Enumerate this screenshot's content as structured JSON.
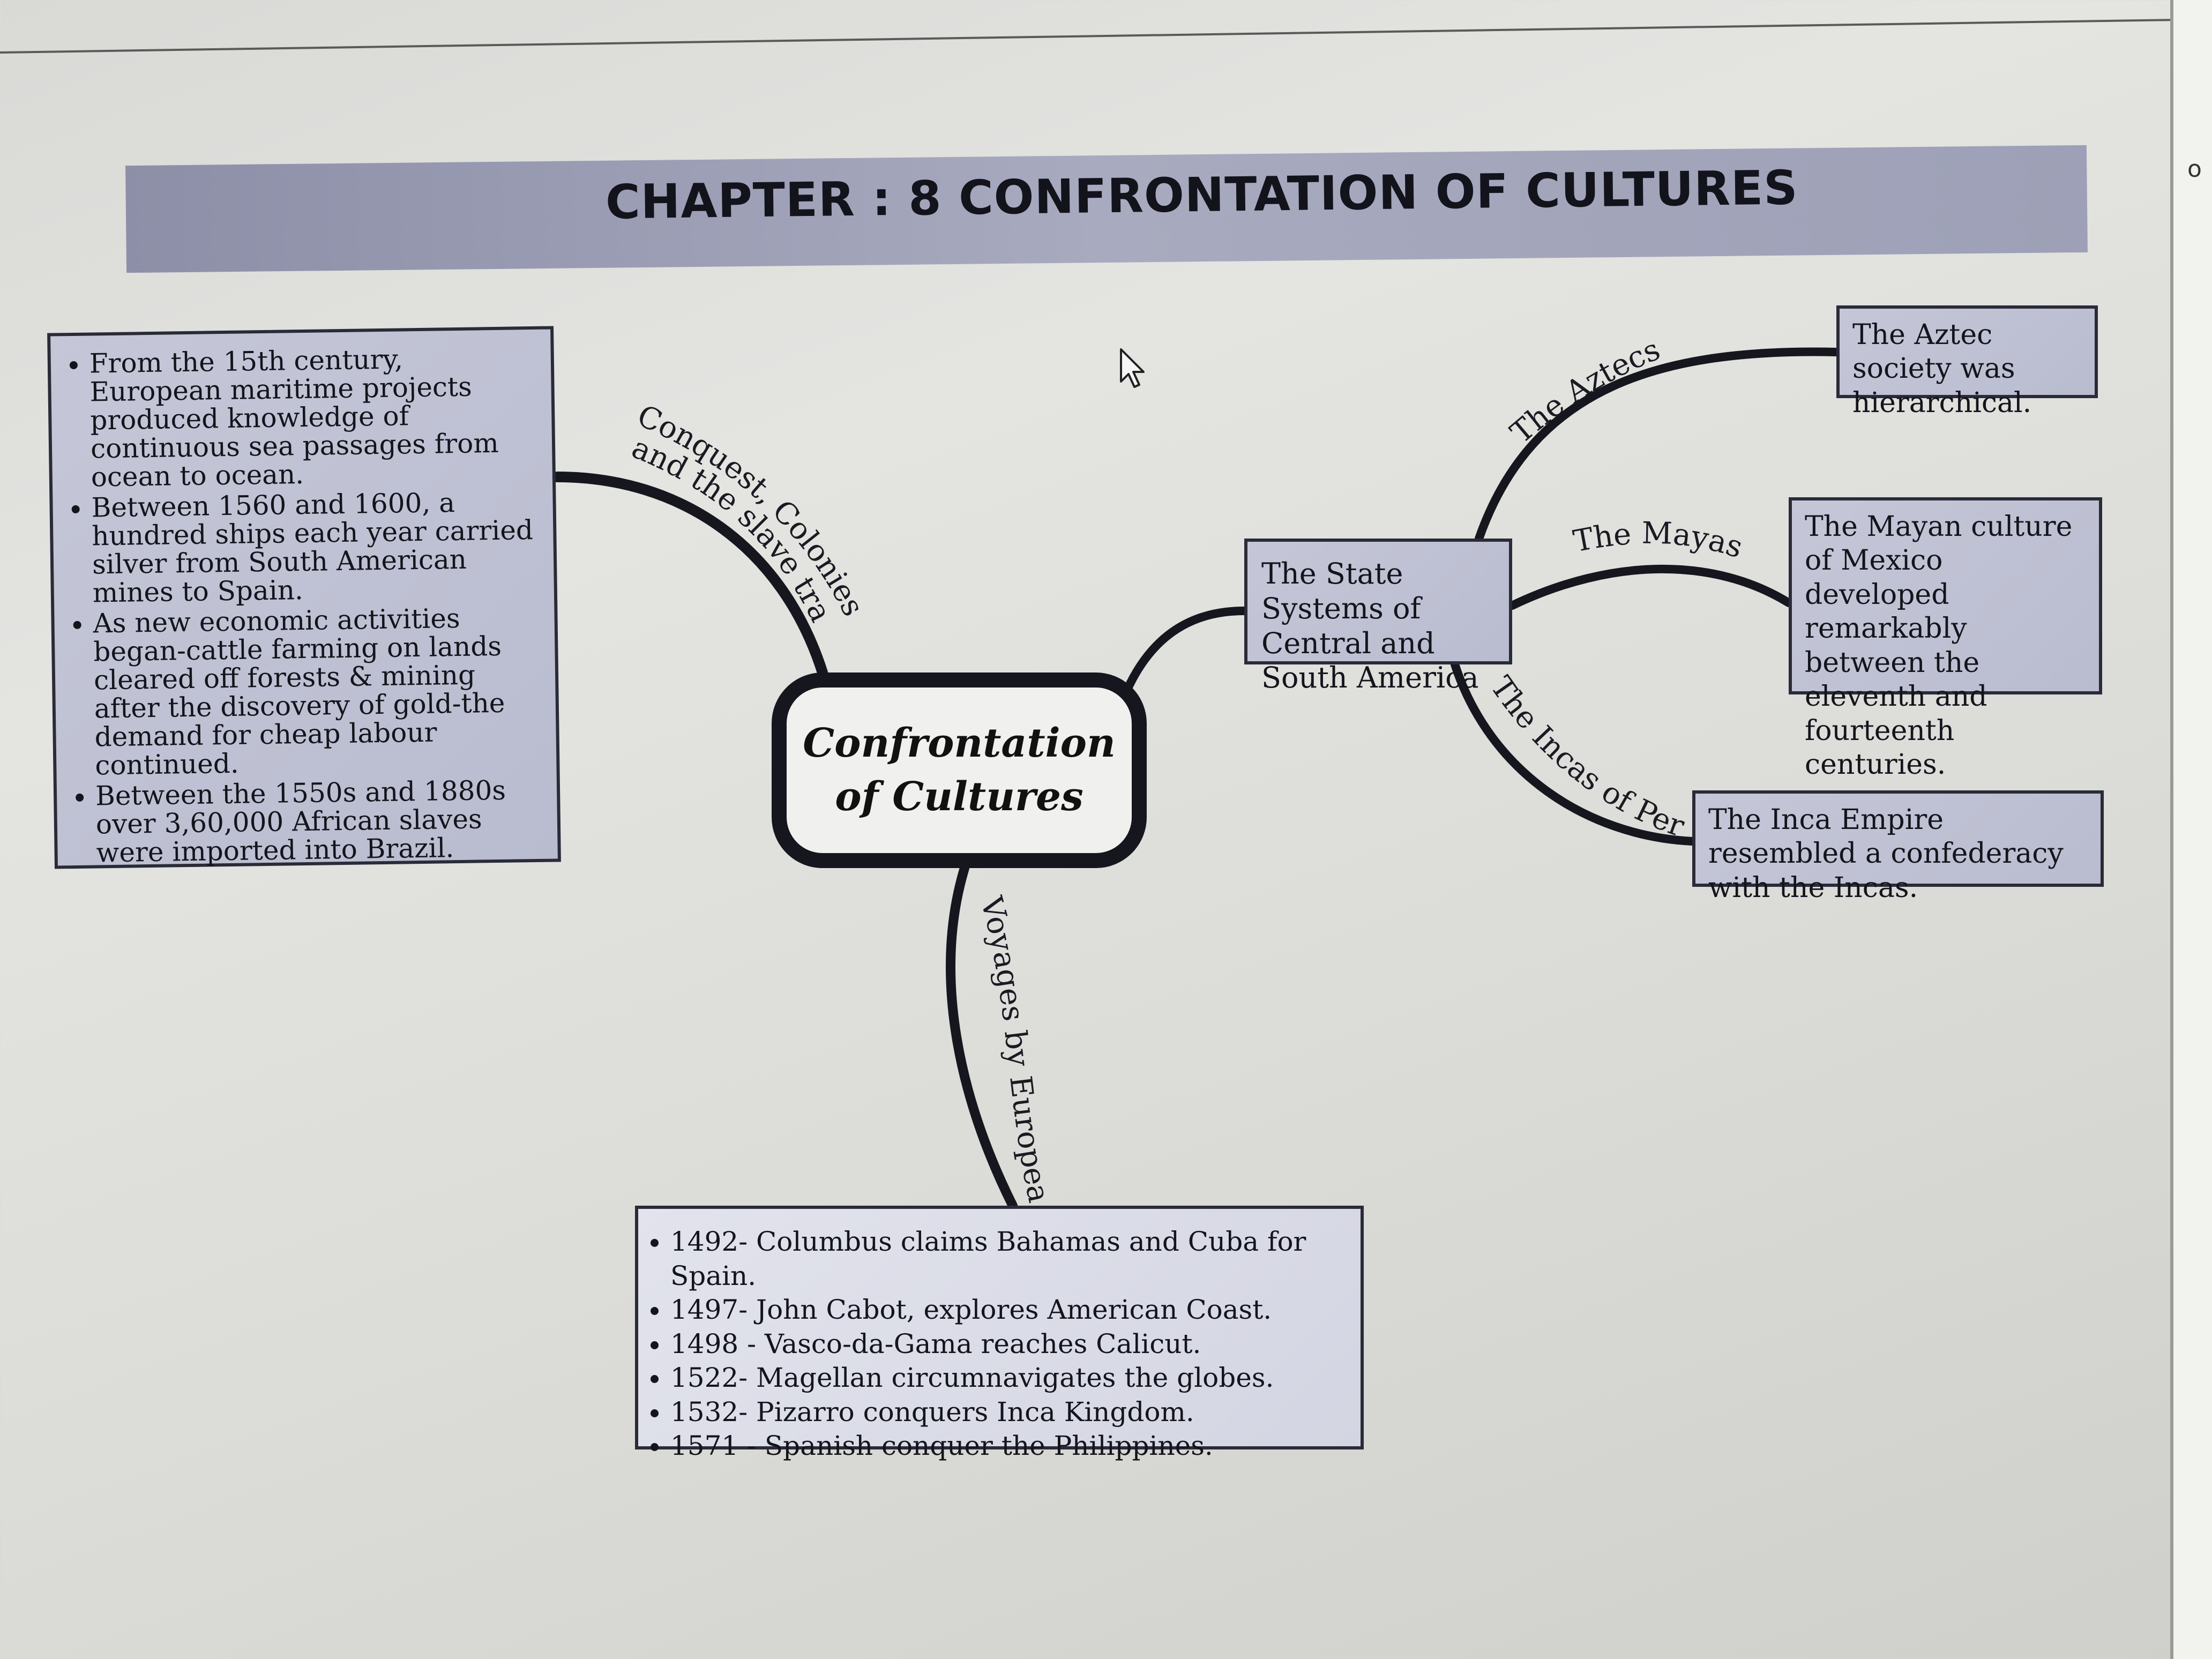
{
  "title": "CHAPTER : 8 CONFRONTATION OF CULTURES",
  "center": {
    "line1": "Confrontation",
    "line2": "of Cultures"
  },
  "branches": {
    "conquest_line1": "Conquest, Colonies",
    "conquest_line2": "and the slave trade",
    "voyages": "Voyages by Europeans",
    "aztecs": "The Aztecs",
    "mayas": "The Mayas",
    "incas": "The Incas of Peru"
  },
  "left_box": {
    "items": [
      "From the 15th century, European maritime projects produced knowledge of continuous sea passages from ocean to ocean.",
      "Between 1560 and 1600, a hundred ships each year carried silver from South American mines to Spain.",
      "As new economic activities began-cattle farming on lands cleared off forests & mining after the discovery of gold-the demand for cheap labour continued.",
      "Between the 1550s and 1880s over 3,60,000 African slaves were imported into Brazil."
    ]
  },
  "bottom_box": {
    "items": [
      "1492- Columbus claims Bahamas and Cuba for Spain.",
      "1497- John Cabot, explores American Coast.",
      "1498 - Vasco-da-Gama reaches Calicut.",
      "1522- Magellan circumnavigates the globes.",
      "1532- Pizarro conquers Inca Kingdom.",
      "1571 - Spanish conquer the Philippines."
    ]
  },
  "state_systems": "The State Systems of Central and South America",
  "aztec_box": "The Aztec society was hierarchical.",
  "maya_box": "The Mayan culture of Mexico developed remarkably between the eleventh and fourteenth centuries.",
  "inca_box": "The Inca Empire resembled a confederacy with the Incas.",
  "edge_char": "o",
  "colors": {
    "title_bar": "#9da0b6",
    "box_fill": "#c2c4d6",
    "ink": "#16161f"
  }
}
